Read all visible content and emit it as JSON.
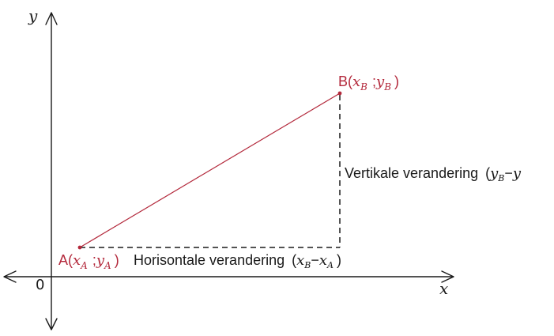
{
  "axes": {
    "x_label": "x",
    "y_label": "y",
    "origin_label": "0"
  },
  "points": {
    "A": {
      "label": "A",
      "x_symbol": "x",
      "x_sub": "A",
      "separator": ";",
      "y_symbol": "y",
      "y_sub": "A"
    },
    "B": {
      "label": "B",
      "x_symbol": "x",
      "x_sub": "B",
      "separator": ";",
      "y_symbol": "y",
      "y_sub": "B"
    }
  },
  "changes": {
    "horizontal": {
      "text": "Horisontale verandering",
      "expr_open": "(",
      "expr_x1": "x",
      "expr_x1_sub": "B",
      "expr_minus": "−",
      "expr_x2": "x",
      "expr_x2_sub": "A",
      "expr_close": ")"
    },
    "vertical": {
      "text": "Vertikale verandering",
      "expr_open": "(",
      "expr_y1": "y",
      "expr_y1_sub": "B",
      "expr_minus": "−",
      "expr_y2": "y"
    }
  },
  "colors": {
    "segment": "#b3283b",
    "point_label": "#b3283b",
    "axis": "#1a1a1a"
  }
}
